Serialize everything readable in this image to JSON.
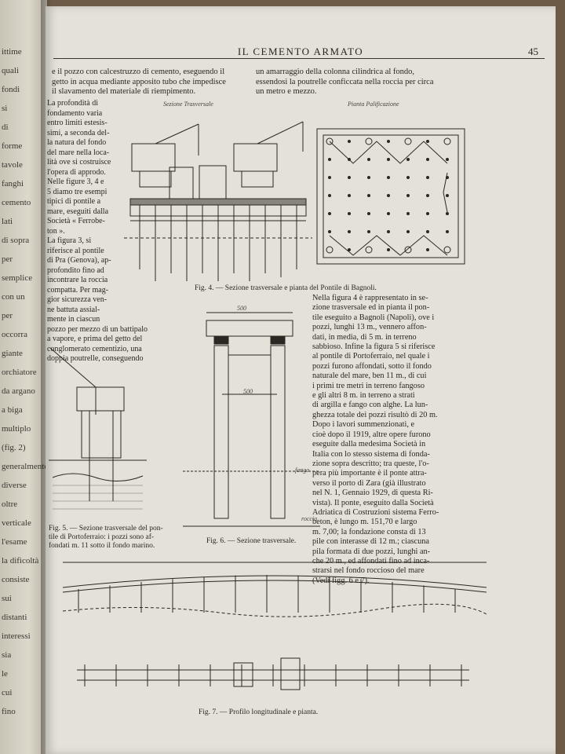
{
  "header": {
    "title": "IL CEMENTO ARMATO",
    "page_number": "45"
  },
  "left_page_fragments": [
    "ittime",
    "quali",
    "fondi",
    "si",
    "di",
    "forme",
    "tavole",
    "fanghi",
    "cemento",
    "lati",
    "di sopra",
    "per",
    "semplice",
    "con un",
    "per",
    "occorra",
    "giante",
    "orchiatore",
    "da argano",
    "a biga",
    "multiplo",
    "(fig. 2)",
    "generalmente",
    "diverse",
    "oltre",
    "verticale",
    "l'esame",
    "la dificoltà",
    "consiste",
    "sui",
    "distanti",
    "interessi",
    "sia",
    "le",
    "cui",
    "fino"
  ],
  "top_text": {
    "left": "e il pozzo con calcestruzzo di cemento, eseguendo il\ngetto in acqua mediante apposito tubo che impedisce\nil slavamento del materiale di riempimento.",
    "right": "un amarraggio della colonna cilindrica al fondo,\nessendosi la poutrelle conficcata nella roccia per circa\nun metro e mezzo."
  },
  "left_column_text": "La profondità di\nfondamento varia\nentro limiti estesis-\nsimi, a seconda del-\nla natura del fondo\ndel mare nella loca-\nlità ove si costruisce\nl'opera di approdo.\nNelle figure 3, 4 e\n5 diamo tre esempi\ntipici di pontile a\nmare, eseguiti dalla\nSocietà « Ferrobe-\nton ».\nLa figura 3, si\nriferisce al pontile\ndi Pra (Genova), ap-\nprofondito fino ad\nincontrare la roccia\ncompatta. Per mag-\ngior sicurezza ven-\nne battuta assial-\nmente in ciascun\npozzo per mezzo di un battipalo\na vapore, e prima del getto del\nconglomerato cementizio, una\ndoppia poutrelle, conseguendo",
  "right_column_text": "Nella figura 4 è rappresentato in se-\nzione trasversale ed in pianta il pon-\ntile eseguito a Bagnoli (Napoli), ove i\npozzi, lunghi 13 m., vennero affon-\ndati, in media, di 5 m. in terreno\nsabbioso. Infine la figura 5 si riferisce\nal pontile di Portoferraio, nel quale i\npozzi furono affondati, sotto il fondo\nnaturale del mare, ben 11 m., di cui\ni primi tre metri in terreno fangoso\ne gli altri 8 m. in terreno a strati\ndi argilla e fango con alghe. La lun-\nghezza totale dei pozzi risultò di 20 m.\nDopo i lavori summenzionati, e\ncioè dopo il 1919, altre opere furono\neseguite dalla medesima Società in\nItalia con lo stesso sistema di fonda-\nzione sopra descritto; tra queste, l'o-\npera più importante è il ponte attra-\nverso il porto di Zara (già illustrato\nnel N. 1, Gennaio 1929, di questa Ri-\nvista). Il ponte, eseguito dalla Società\nAdriatica di Costruzioni sistema Ferro-\nbeton, è lungo m. 151,70 e largo\nm. 7,00; la fondazione consta di 13\npile con interasse di 12 m.; ciascuna\npila formata di due pozzi, lunghi an-\nche 20 m., ed affondati fino ad inca-\nstrarsi nel fondo roccioso del mare\n(Vedi figg. 6 e 7).",
  "figures": {
    "fig4": {
      "label_section": "Sezione Trasversale",
      "label_plan": "Pianta Palificazione",
      "caption": "Fig. 4. — Sezione trasversale e pianta del Pontile di Bagnoli."
    },
    "fig5": {
      "caption": "Fig. 5. — Sezione trasversale del pon-\ntile di Portoferraio: i pozzi sono af-\nfondati m. 11 sotto il fondo marino."
    },
    "fig6": {
      "dim_top": "500",
      "dim_mid": "500",
      "label_fango": "fango",
      "label_roccia": "roccia",
      "caption": "Fig. 6. — Sezione trasversale."
    },
    "fig7": {
      "caption": "Fig. 7. — Profilo longitudinale e pianta."
    }
  },
  "colors": {
    "paper": "#e4e1d8",
    "ink": "#2a2622",
    "background": "#6d5b48"
  }
}
